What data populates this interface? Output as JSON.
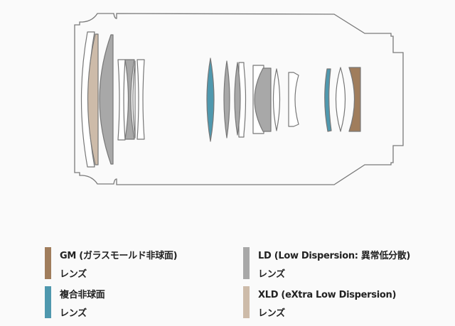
{
  "colors": {
    "gm": "#a07d5c",
    "aspherical": "#4f98ae",
    "ld": "#a8a8a8",
    "xld": "#cdbba9",
    "outline": "#7a7a7a",
    "clear": "#ffffff"
  },
  "legend": [
    {
      "key": "gm",
      "line1": "GM (ガラスモールド非球面)",
      "line2": "レンズ"
    },
    {
      "key": "ld",
      "line1": "LD (Low Dispersion: 異常低分散)",
      "line2": "レンズ"
    },
    {
      "key": "aspherical",
      "line1": "複合非球面",
      "line2": "レンズ"
    },
    {
      "key": "xld",
      "line1": "XLD (eXtra Low Dispersion)",
      "line2": "レンズ"
    }
  ]
}
